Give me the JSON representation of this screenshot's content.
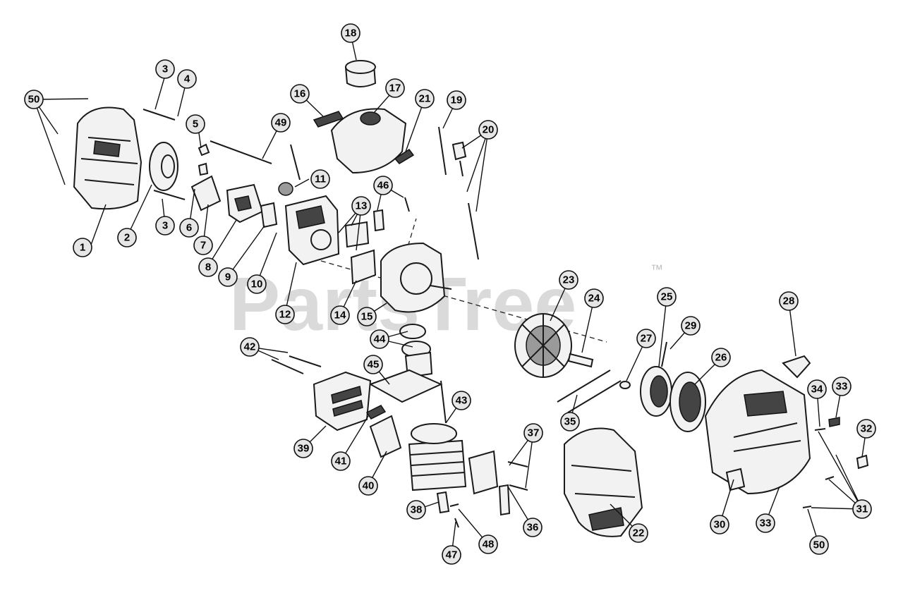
{
  "watermark": {
    "brand": "PartsTree",
    "mark": "™"
  },
  "callouts": [
    {
      "id": "c1",
      "label": "1"
    },
    {
      "id": "c2",
      "label": "2"
    },
    {
      "id": "c3a",
      "label": "3"
    },
    {
      "id": "c3b",
      "label": "3"
    },
    {
      "id": "c4",
      "label": "4"
    },
    {
      "id": "c5",
      "label": "5"
    },
    {
      "id": "c6",
      "label": "6"
    },
    {
      "id": "c7",
      "label": "7"
    },
    {
      "id": "c8",
      "label": "8"
    },
    {
      "id": "c9",
      "label": "9"
    },
    {
      "id": "c10",
      "label": "10"
    },
    {
      "id": "c11",
      "label": "11"
    },
    {
      "id": "c12",
      "label": "12"
    },
    {
      "id": "c13",
      "label": "13"
    },
    {
      "id": "c14",
      "label": "14"
    },
    {
      "id": "c15",
      "label": "15"
    },
    {
      "id": "c16",
      "label": "16"
    },
    {
      "id": "c17",
      "label": "17"
    },
    {
      "id": "c18",
      "label": "18"
    },
    {
      "id": "c19",
      "label": "19"
    },
    {
      "id": "c20",
      "label": "20"
    },
    {
      "id": "c21",
      "label": "21"
    },
    {
      "id": "c22",
      "label": "22"
    },
    {
      "id": "c23",
      "label": "23"
    },
    {
      "id": "c24",
      "label": "24"
    },
    {
      "id": "c25",
      "label": "25"
    },
    {
      "id": "c26",
      "label": "26"
    },
    {
      "id": "c27",
      "label": "27"
    },
    {
      "id": "c28",
      "label": "28"
    },
    {
      "id": "c29",
      "label": "29"
    },
    {
      "id": "c30",
      "label": "30"
    },
    {
      "id": "c31",
      "label": "31"
    },
    {
      "id": "c32",
      "label": "32"
    },
    {
      "id": "c33a",
      "label": "33"
    },
    {
      "id": "c33b",
      "label": "33"
    },
    {
      "id": "c34",
      "label": "34"
    },
    {
      "id": "c35",
      "label": "35"
    },
    {
      "id": "c36",
      "label": "36"
    },
    {
      "id": "c37",
      "label": "37"
    },
    {
      "id": "c38",
      "label": "38"
    },
    {
      "id": "c39",
      "label": "39"
    },
    {
      "id": "c40",
      "label": "40"
    },
    {
      "id": "c41",
      "label": "41"
    },
    {
      "id": "c42",
      "label": "42"
    },
    {
      "id": "c43",
      "label": "43"
    },
    {
      "id": "c44",
      "label": "44"
    },
    {
      "id": "c45",
      "label": "45"
    },
    {
      "id": "c46",
      "label": "46"
    },
    {
      "id": "c47",
      "label": "47"
    },
    {
      "id": "c48",
      "label": "48"
    },
    {
      "id": "c49",
      "label": "49"
    },
    {
      "id": "c50a",
      "label": "50"
    },
    {
      "id": "c50b",
      "label": "50"
    }
  ]
}
